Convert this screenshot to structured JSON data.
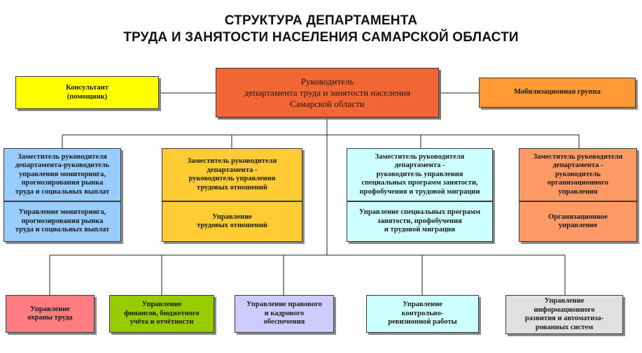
{
  "title": {
    "line1": "СТРУКТУРА ДЕПАРТАМЕНТА",
    "line2": "ТРУДА И ЗАНЯТОСТИ НАСЕЛЕНИЯ САМАРСКОЙ ОБЛАСТИ"
  },
  "colors": {
    "head": "#f26534",
    "consultant": "#ffff00",
    "mobilization": "#ff9933",
    "blue": "#99ccff",
    "gold": "#ffcc33",
    "cyan": "#ccffff",
    "salmon": "#ff9966",
    "pink": "#ff7c80",
    "green": "#99cc00",
    "lavender": "#ccccff",
    "gray": "#e0e0e0"
  },
  "top": {
    "head": "Руководитель\nдепартамента труда и занятости населения\nСамарской области",
    "consultant": "Консультант\n(помощник)",
    "mobilization": "Мобилизационная группа"
  },
  "deputies": [
    {
      "title": "Заместитель руководителя\nдепартамента-руководитель\nуправления мониторинга,\nпрогнозирования рынка\nтруда и социальных выплат",
      "unit": "Управление мониторинга,\nпрогнозирования рынка\nтруда и социальных выплат"
    },
    {
      "title": "Заместитель руководителя\nдепартамента -\nруководитель управления\nтрудовых отношений",
      "unit": "Управление\nтрудовых  отношений"
    },
    {
      "title": "Заместитель руководителя\nдепартамента -\nруководитель управления\nспециальных программ занятости,\nпрофобучения и трудовой миграции",
      "unit": "Управление специальных программ\nзанятости, профобучения\nи трудовой миграции"
    },
    {
      "title": "Заместитель руководителя\nдепартамента -\nруководитель\nорганизационного\nуправления",
      "unit": "Организационное\nуправление"
    }
  ],
  "bottom": [
    "Управление\nохраны труда",
    "Управление\nфинансов, бюджетного\nучёта и отчётности",
    "Управление правового\nи кадрового\nобеспечения",
    "Управление\nконтрольно-\nревизионной работы",
    "Управление\nинформационного\nразвития и автоматиза-\nрованных систем"
  ]
}
